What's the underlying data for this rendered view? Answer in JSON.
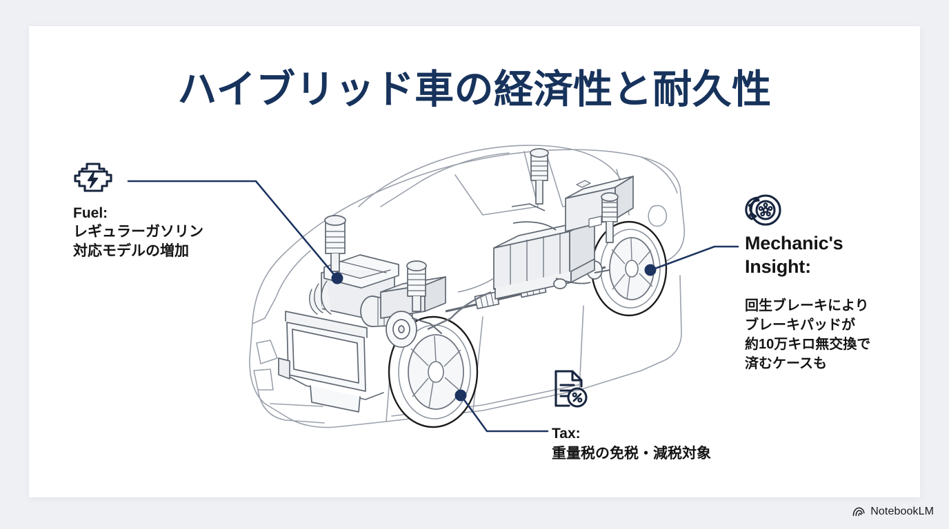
{
  "slide": {
    "title": "ハイブリッド車の経済性と耐久性",
    "title_color": "#17335c",
    "accent_color": "#1d3461",
    "card_background": "#ffffff",
    "page_background": "#eef0f4",
    "illustration": "hybrid-car-cutaway-line-drawing"
  },
  "callouts": {
    "fuel": {
      "icon": "engine-bolt-icon",
      "heading": "Fuel:",
      "lines": [
        "レギュラーガソリン",
        "対応モデルの増加"
      ]
    },
    "tax": {
      "icon": "document-percent-icon",
      "heading": "Tax:",
      "lines": [
        "重量税の免税・減税対象"
      ]
    },
    "mechanic": {
      "icon": "brake-disc-icon",
      "heading_lines": [
        "Mechanic's",
        "Insight:"
      ],
      "lines": [
        "回生ブレーキにより",
        "ブレーキパッドが",
        "約10万キロ無交換で",
        "済むケースも"
      ]
    }
  },
  "footer": {
    "brand": "NotebookLM",
    "icon": "notebooklm-arc-icon"
  }
}
